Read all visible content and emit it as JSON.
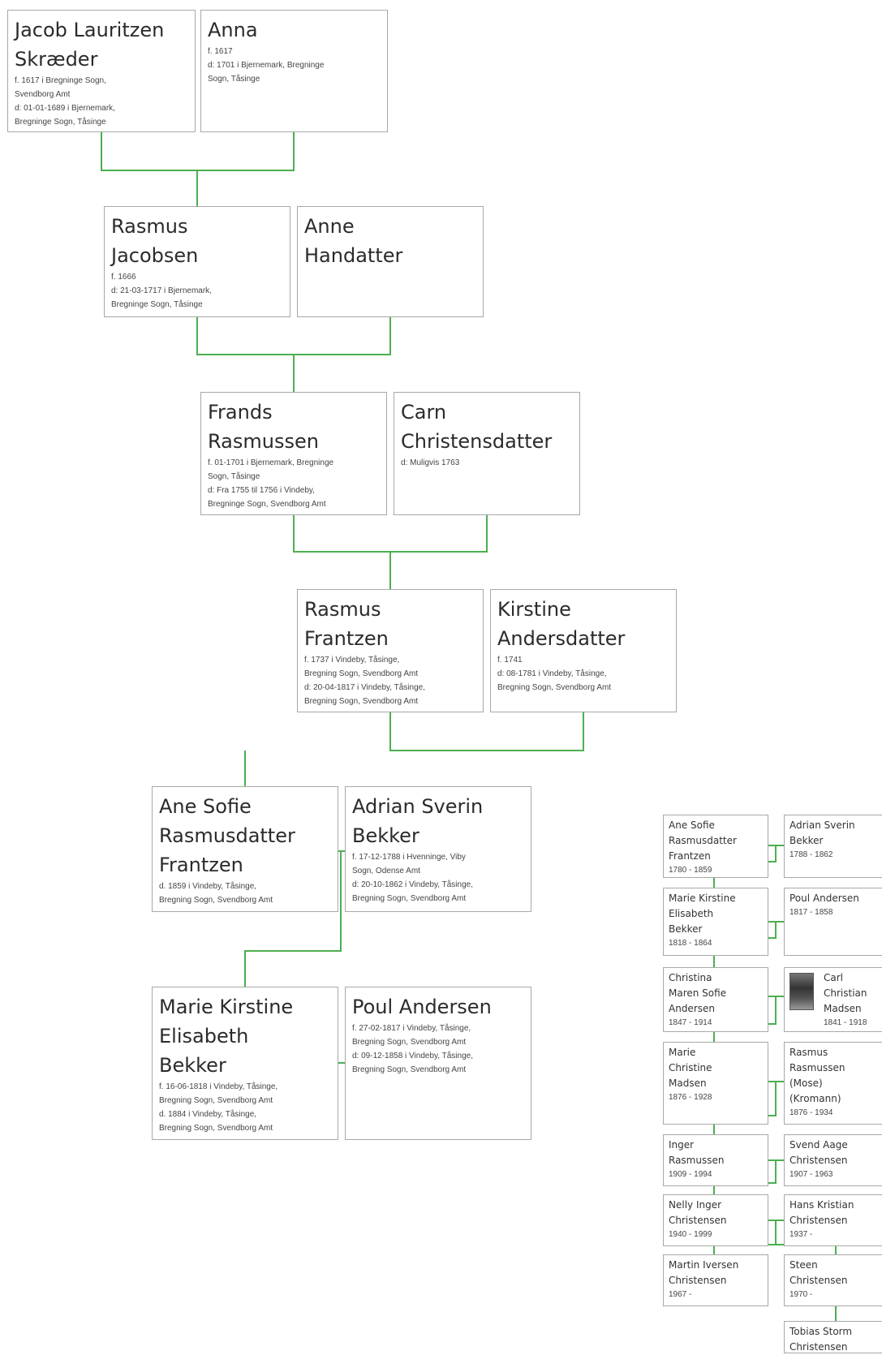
{
  "colors": {
    "connector": "#4caf50",
    "border": "#a8a8a8"
  },
  "tree": {
    "people": [
      {
        "id": "jacob",
        "name": "Jacob Lauritzen\nSkræder",
        "details": "f. 1617 i Bregninge Sogn,\nSvendborg Amt\nd: 01-01-1689 i Bjernemark,\nBregninge Sogn, Tåsinge"
      },
      {
        "id": "anna",
        "name": "Anna",
        "details": "f. 1617\nd: 1701 i Bjernemark, Bregninge\nSogn, Tåsinge"
      },
      {
        "id": "rasmus_j",
        "name": "Rasmus\nJacobsen",
        "details": "f. 1666\nd: 21-03-1717 i Bjernemark,\nBregninge Sogn, Tåsinge"
      },
      {
        "id": "anne_h",
        "name": "Anne\nHandatter",
        "details": ""
      },
      {
        "id": "frands",
        "name": "Frands\nRasmussen",
        "details": "f. 01-1701 i Bjernemark, Bregninge\nSogn, Tåsinge\nd: Fra 1755 til 1756 i Vindeby,\nBregninge Sogn, Svendborg Amt"
      },
      {
        "id": "carn",
        "name": "Carn\nChristensdatter",
        "details": "d: Muligvis 1763"
      },
      {
        "id": "rasmus_f",
        "name": "Rasmus\nFrantzen",
        "details": "f. 1737 i Vindeby, Tåsinge,\nBregning Sogn, Svendborg Amt\nd: 20-04-1817 i Vindeby, Tåsinge,\nBregning Sogn, Svendborg Amt"
      },
      {
        "id": "kirstine",
        "name": "Kirstine\nAndersdatter",
        "details": "f. 1741\nd: 08-1781 i Vindeby, Tåsinge,\nBregning Sogn, Svendborg Amt"
      },
      {
        "id": "ane_sofie",
        "name": "Ane Sofie\nRasmusdatter\nFrantzen",
        "details": "d. 1859 i Vindeby, Tåsinge,\nBregning Sogn, Svendborg Amt"
      },
      {
        "id": "adrian",
        "name": "Adrian Sverin\nBekker",
        "details": "f. 17-12-1788 i Hvenninge, Viby\nSogn, Odense Amt\nd: 20-10-1862 i Vindeby, Tåsinge,\nBregning Sogn, Svendborg Amt"
      },
      {
        "id": "marie_k",
        "name": "Marie Kirstine\nElisabeth\nBekker",
        "details": "f. 16-06-1818 i Vindeby, Tåsinge,\nBregning Sogn, Svendborg Amt\nd. 1884 i Vindeby, Tåsinge,\nBregning Sogn, Svendborg Amt"
      },
      {
        "id": "poul",
        "name": "Poul Andersen",
        "details": "f. 27-02-1817 i Vindeby, Tåsinge,\nBregning Sogn, Svendborg Amt\nd: 09-12-1858 i Vindeby, Tåsinge,\nBregning Sogn, Svendborg Amt"
      }
    ]
  },
  "overview": {
    "people": [
      {
        "id": "o_ane",
        "name": "Ane Sofie\nRasmusdatter\nFrantzen",
        "years": "1780 - 1859"
      },
      {
        "id": "o_adrian",
        "name": "Adrian Sverin\nBekker",
        "years": "1788 - 1862"
      },
      {
        "id": "o_marie_k",
        "name": "Marie Kirstine\nElisabeth\nBekker",
        "years": "1818 - 1864"
      },
      {
        "id": "o_poul",
        "name": "Poul Andersen",
        "years": "1817 - 1858"
      },
      {
        "id": "o_christina",
        "name": "Christina\nMaren Sofie\nAndersen",
        "years": "1847 - 1914"
      },
      {
        "id": "o_carl",
        "name": "Carl\nChristian\nMadsen",
        "years": "1841 - 1918"
      },
      {
        "id": "o_marie_c",
        "name": "Marie\nChristine\nMadsen",
        "years": "1876 - 1928"
      },
      {
        "id": "o_rasmus_r",
        "name": "Rasmus\nRasmussen\n(Mose)\n(Kromann)",
        "years": "1876 - 1934"
      },
      {
        "id": "o_inger",
        "name": "Inger\nRasmussen",
        "years": "1909 - 1994"
      },
      {
        "id": "o_svend",
        "name": "Svend Aage\nChristensen",
        "years": "1907 - 1963"
      },
      {
        "id": "o_nelly",
        "name": "Nelly Inger\nChristensen",
        "years": "1940 - 1999"
      },
      {
        "id": "o_hans",
        "name": "Hans Kristian\nChristensen",
        "years": "1937 -"
      },
      {
        "id": "o_martin",
        "name": "Martin Iversen\nChristensen",
        "years": "1967 -"
      },
      {
        "id": "o_steen",
        "name": "Steen\nChristensen",
        "years": "1970 -"
      },
      {
        "id": "o_tobias",
        "name": "Tobias Storm\nChristensen",
        "years": ""
      }
    ]
  }
}
